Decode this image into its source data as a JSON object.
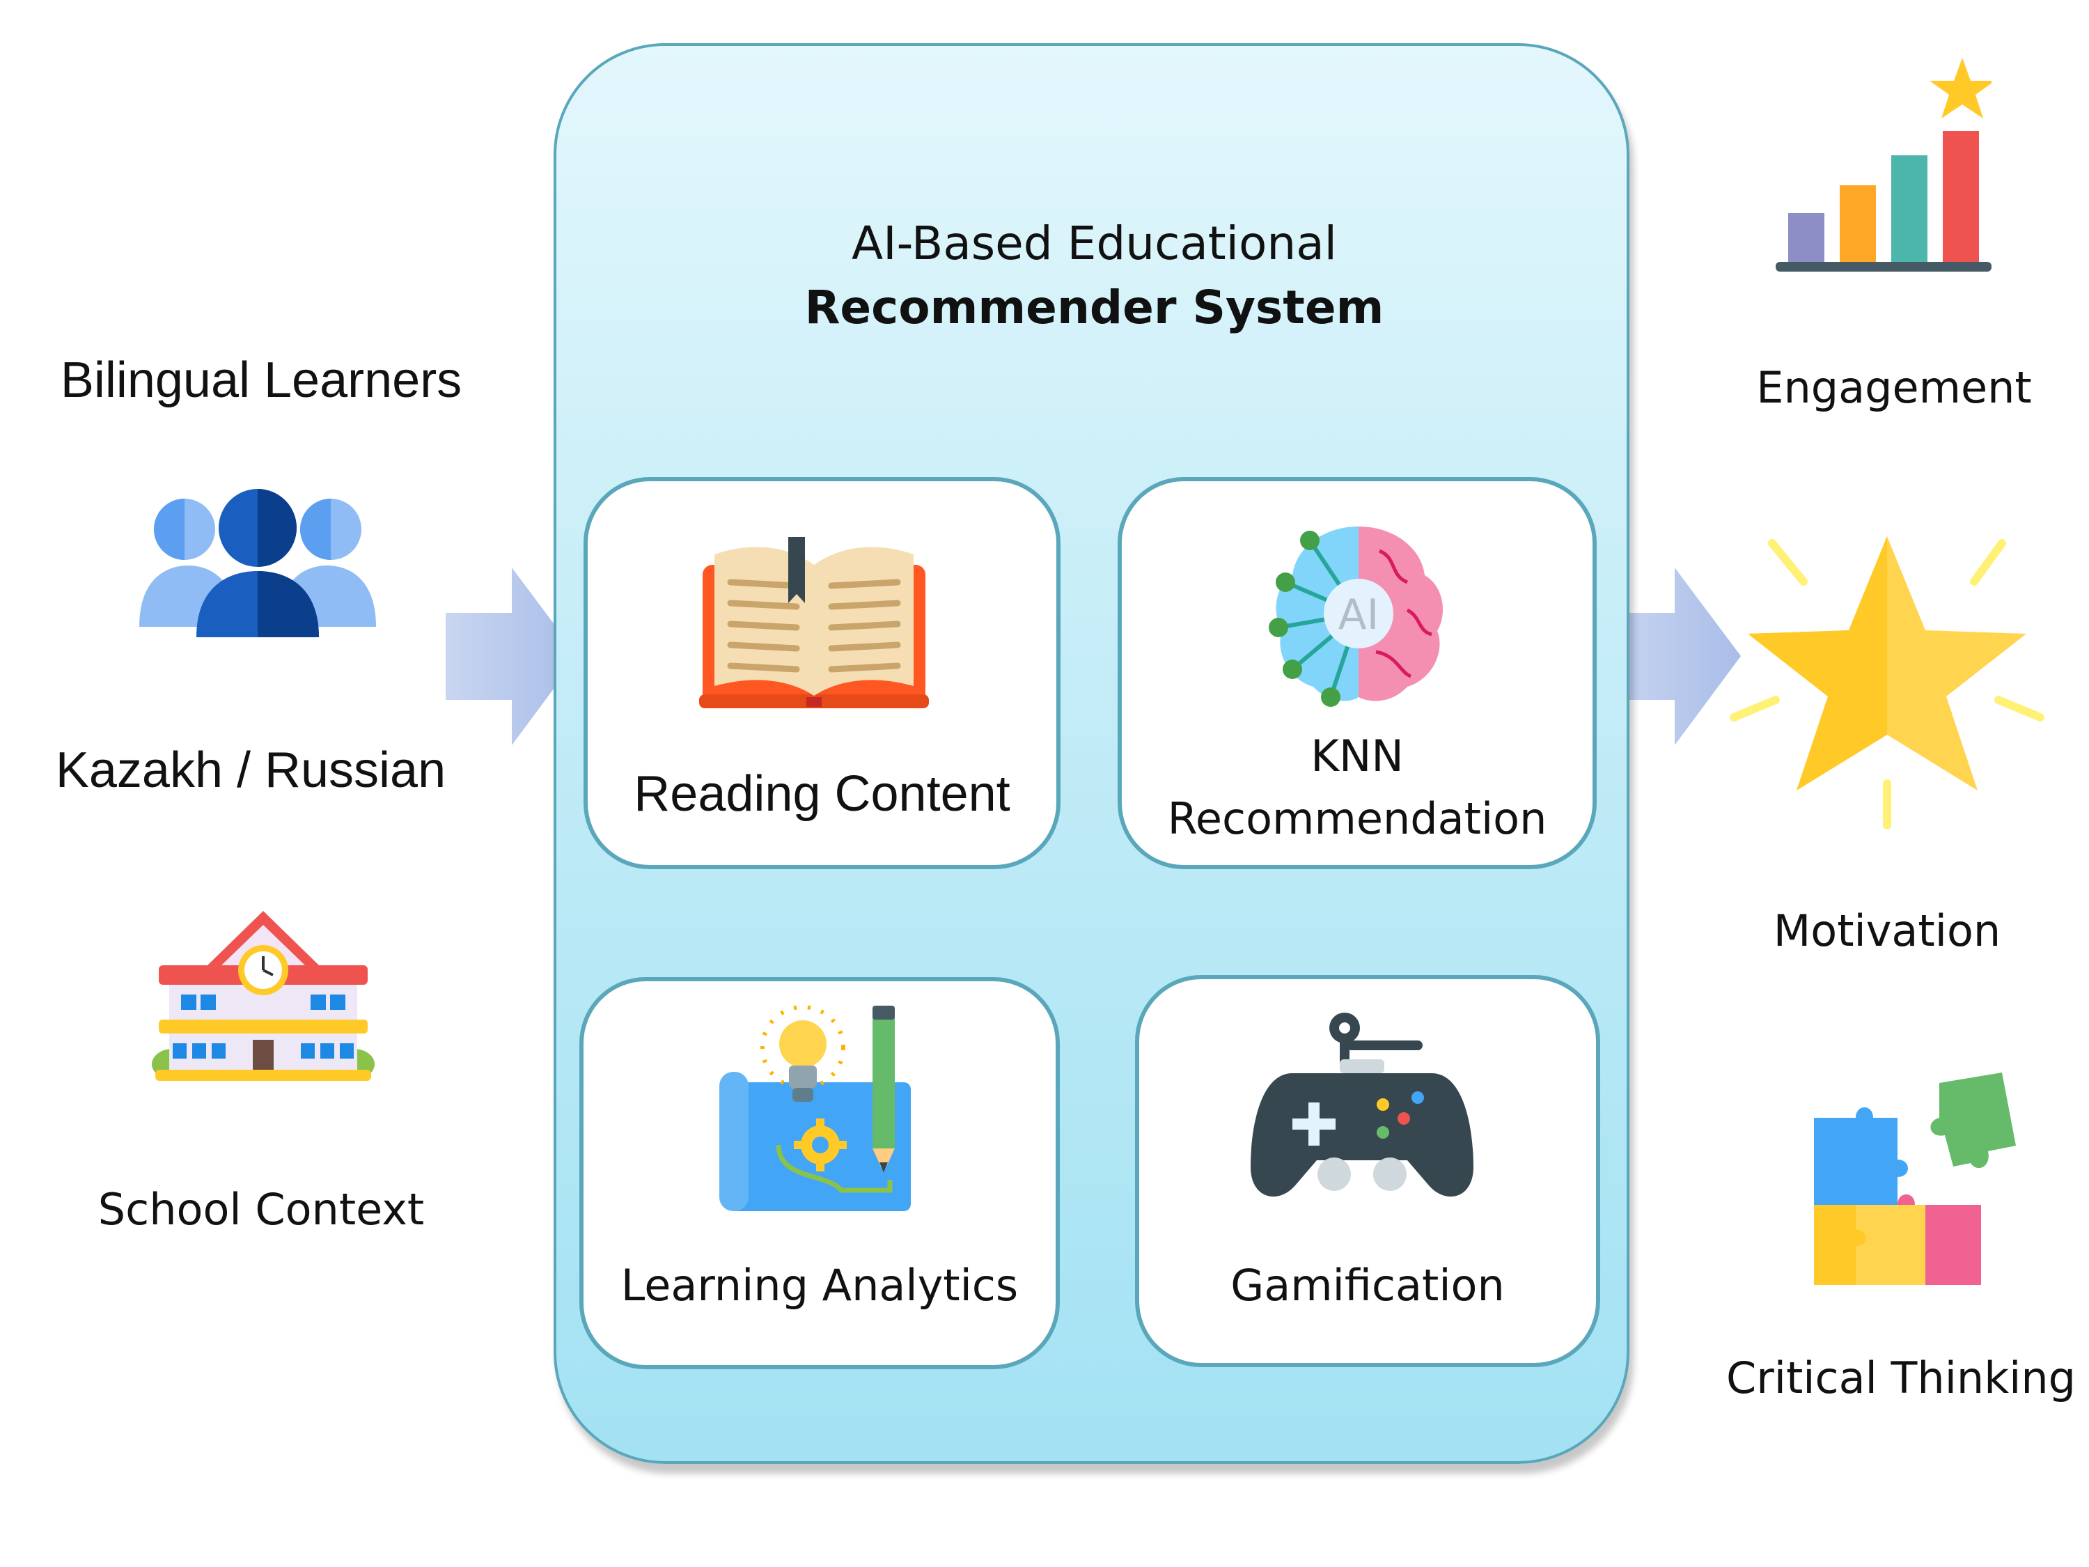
{
  "inputs": {
    "title": "Bilingual Learners",
    "languages": "Kazakh / Russian",
    "context": "School Context"
  },
  "system": {
    "title_line1": "AI-Based Educational",
    "title_line2": "Recommender System",
    "modules": {
      "reading": "Reading Content",
      "knn_line1": "KNN",
      "knn_line2": "Recommendation",
      "analytics": "Learning Analytics",
      "gamification": "Gamification"
    },
    "ai_badge": "AI"
  },
  "outcomes": {
    "engagement": "Engagement",
    "motivation": "Motivation",
    "critical_thinking": "Critical Thinking"
  },
  "colors": {
    "panel_border": "#5aa7bb",
    "arrow": "#b4c6ec",
    "users_dark": "#0b4fa8",
    "users_light": "#8fbcf5"
  },
  "icons": {
    "users": "users-group-icon",
    "school": "school-building-icon",
    "book": "open-book-icon",
    "ai_brain": "ai-brain-icon",
    "analytics": "blueprint-lightbulb-icon",
    "gamepad": "gamepad-icon",
    "chart": "bar-chart-star-icon",
    "star": "shining-star-icon",
    "puzzle": "puzzle-icon"
  }
}
